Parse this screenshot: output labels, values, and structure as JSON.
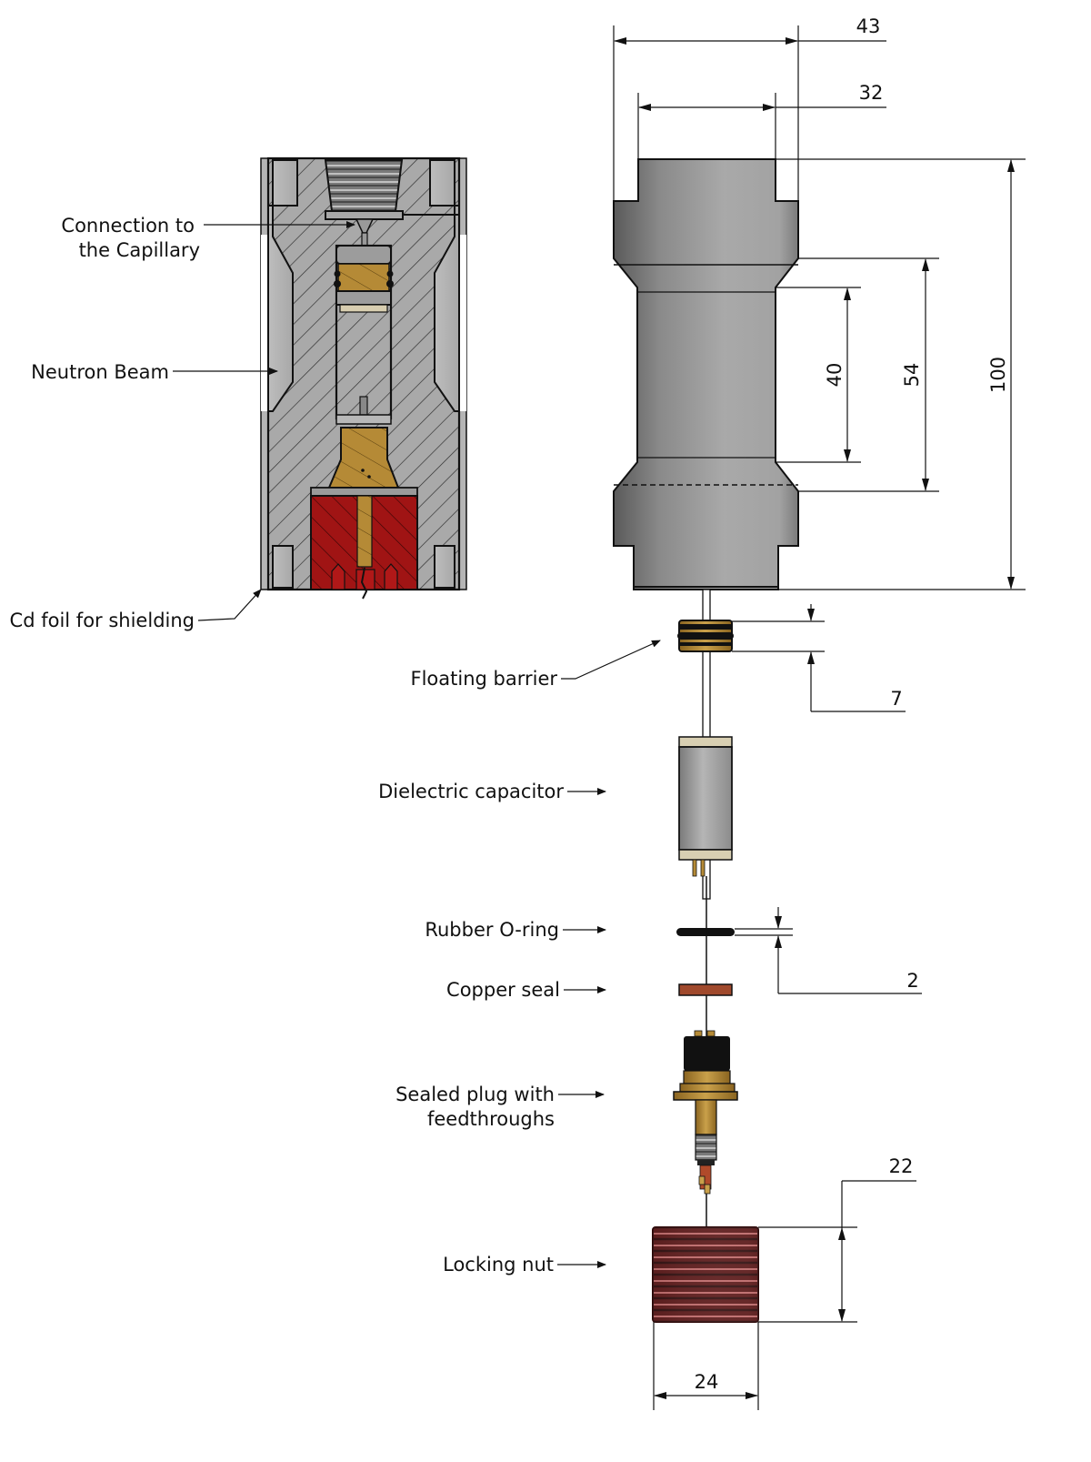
{
  "figure": {
    "description": "Exploded assembly and cross-section of a neutron-beam sample cell",
    "colors": {
      "steel": "#a6a6a6",
      "steel_dark": "#6e6e6e",
      "brass": "#b58a36",
      "red_insert": "#a01414",
      "copper": "#a0492c",
      "nut": "#7a1b1b",
      "oring": "#111111"
    }
  },
  "section_view": {
    "labels": {
      "capillary": [
        "Connection to",
        "the Capillary"
      ],
      "beam": "Neutron Beam",
      "cd_foil": "Cd foil for shielding"
    }
  },
  "exploded_view": {
    "labels": {
      "floating_barrier": "Floating barrier",
      "capacitor": "Dielectric capacitor",
      "oring": "Rubber O-ring",
      "copper_seal": "Copper seal",
      "plug": [
        "Sealed plug with",
        "feedthroughs"
      ],
      "nut": "Locking nut"
    },
    "dimensions": {
      "outer_diameter": "43",
      "inner_diameter": "32",
      "total_length": "100",
      "waist_length": "54",
      "window_length": "40",
      "barrier_thickness": "7",
      "oring_thickness": "2",
      "nut_height": "22",
      "nut_diameter": "24"
    }
  }
}
